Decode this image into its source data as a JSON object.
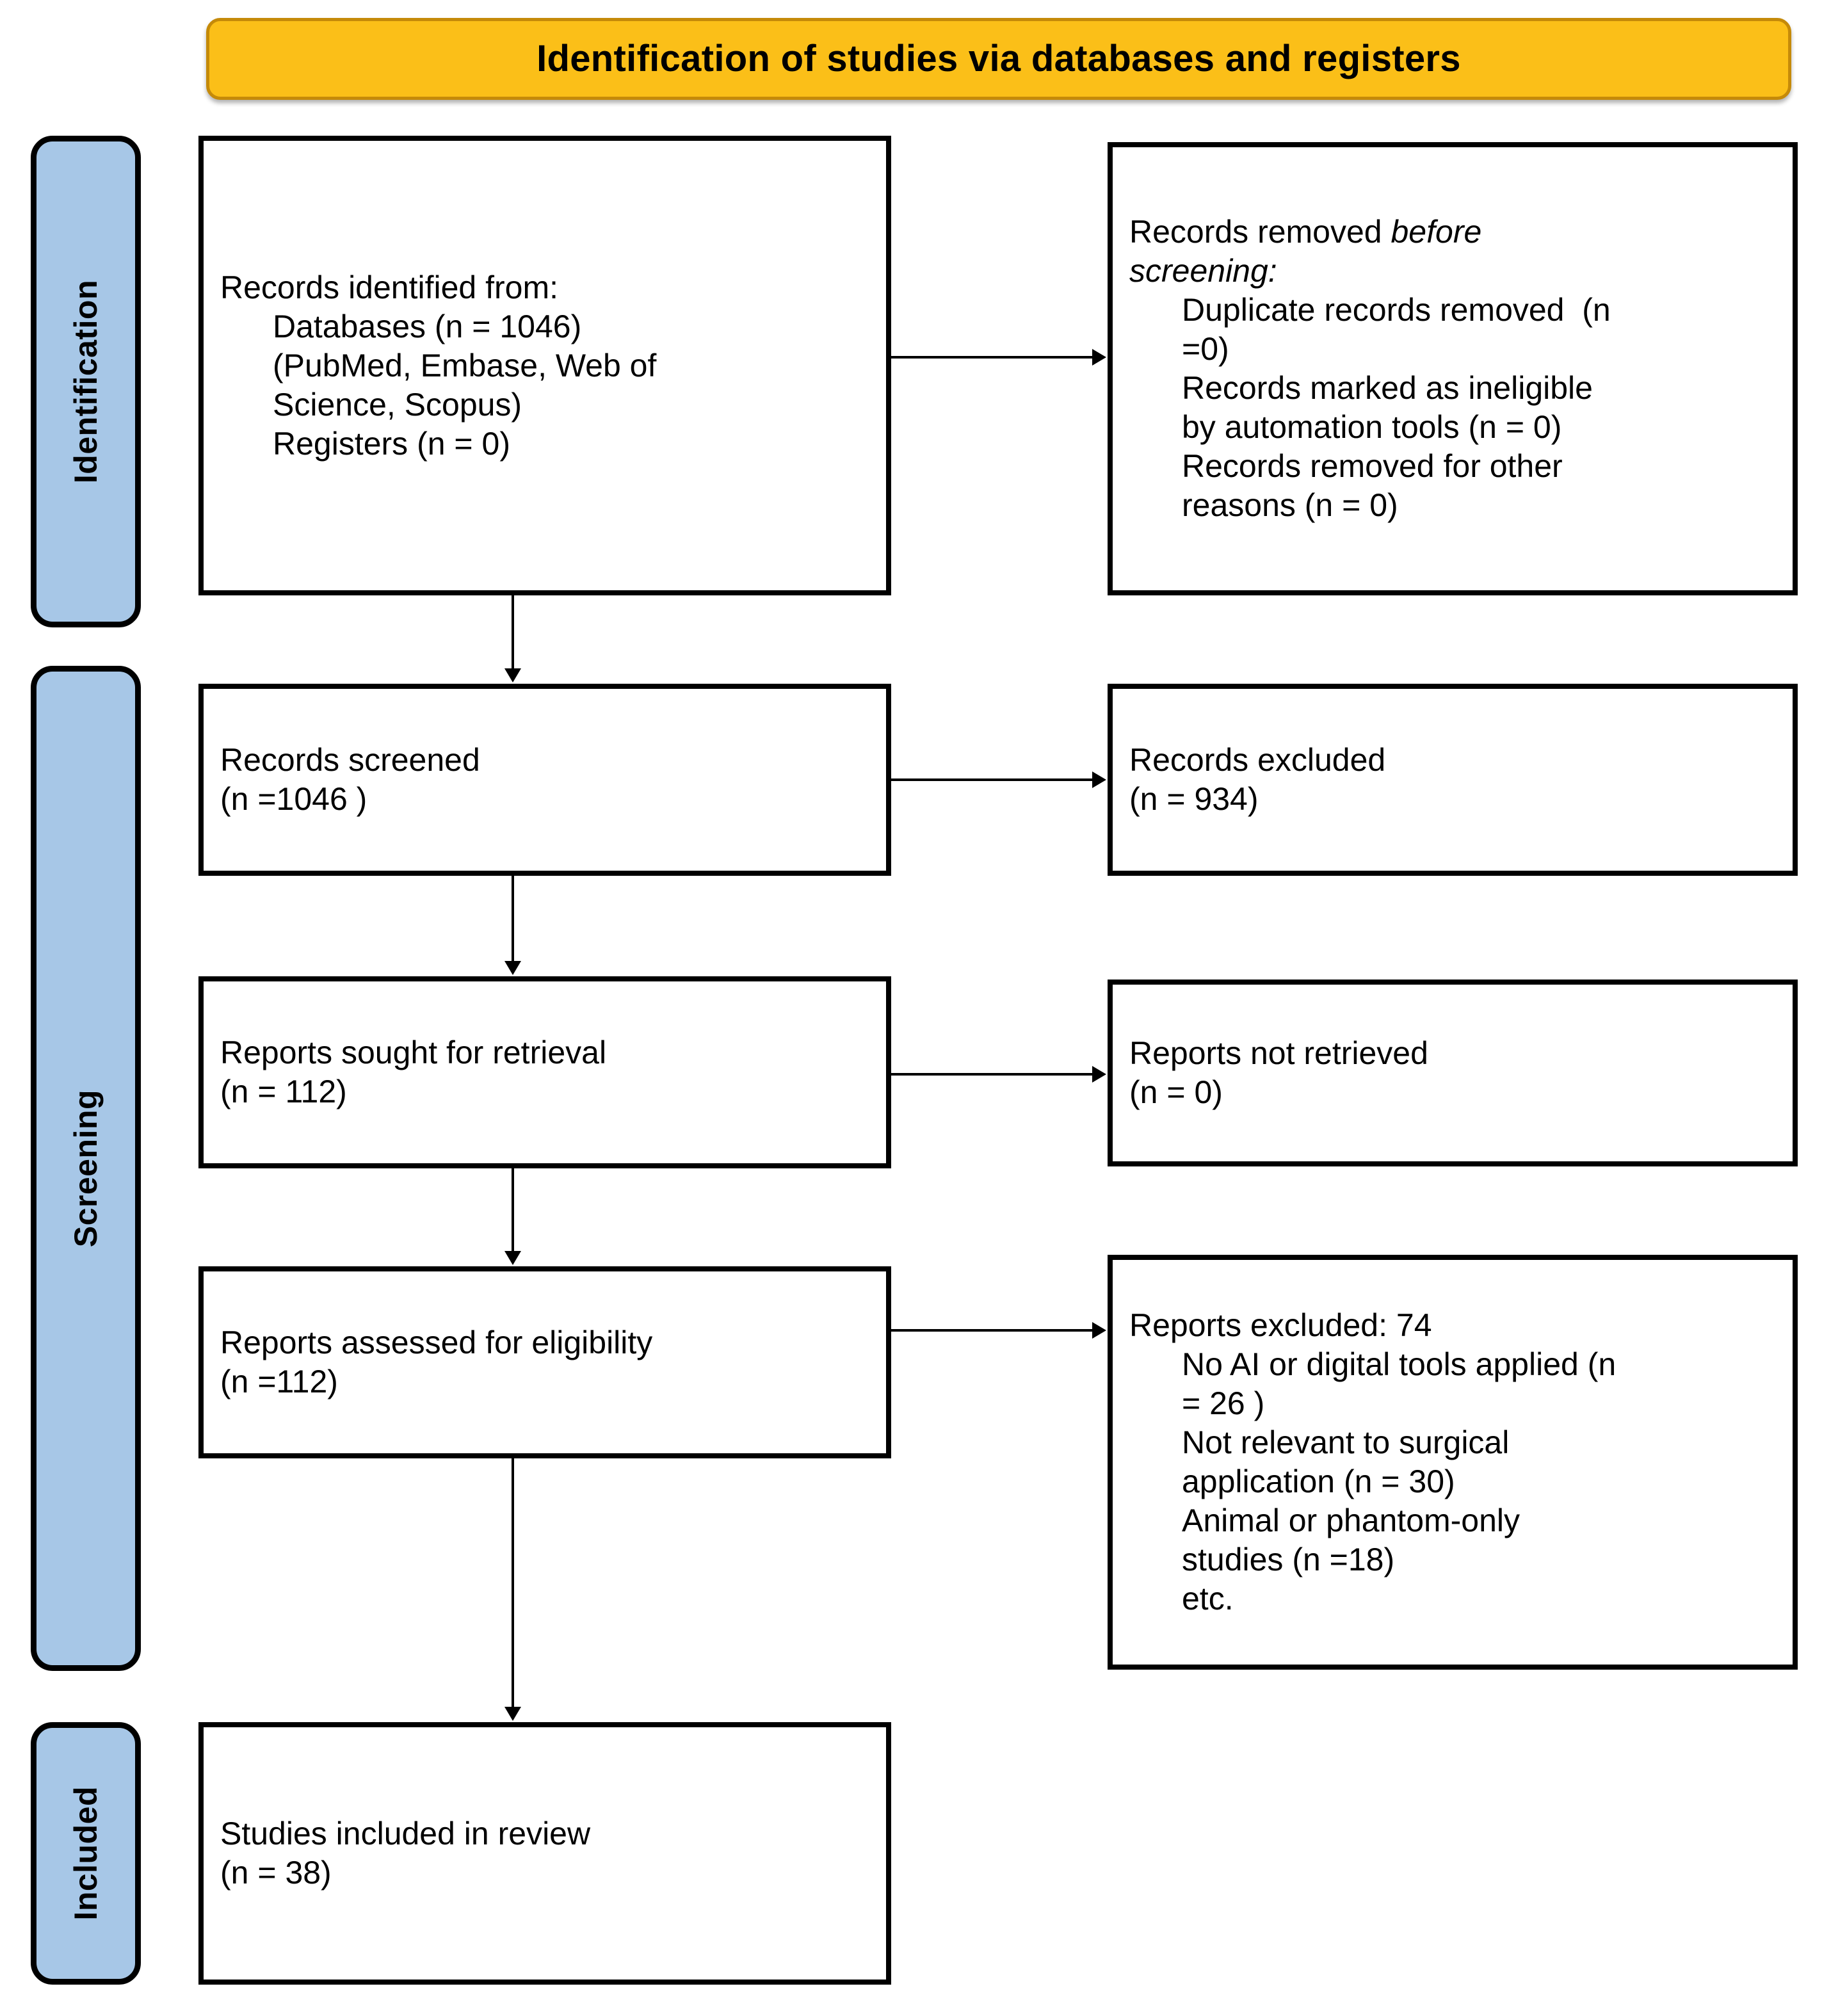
{
  "banner": {
    "title": "Identification of studies via databases and registers"
  },
  "stages": [
    {
      "id": "identification",
      "label": "Identification"
    },
    {
      "id": "screening",
      "label": "Screening"
    },
    {
      "id": "included",
      "label": "Included"
    }
  ],
  "boxes": {
    "records_identified": {
      "lines": [
        {
          "text": "Records identified from:",
          "indent": false,
          "italic": false
        },
        {
          "text": "Databases (n = 1046)",
          "indent": true,
          "italic": false
        },
        {
          "text": "(PubMed, Embase, Web of",
          "indent": true,
          "italic": false
        },
        {
          "text": "Science, Scopus)",
          "indent": true,
          "italic": false
        },
        {
          "text": "Registers (n = 0)",
          "indent": true,
          "italic": false
        }
      ]
    },
    "records_removed": {
      "lines": [
        {
          "text": "Records removed before",
          "indent": false,
          "italic": false,
          "italic_tail": "before"
        },
        {
          "text": "screening:",
          "indent": false,
          "italic": true
        },
        {
          "text": "Duplicate records removed  (n",
          "indent": true,
          "italic": false
        },
        {
          "text": "=0)",
          "indent": true,
          "italic": false
        },
        {
          "text": "Records marked as ineligible",
          "indent": true,
          "italic": false
        },
        {
          "text": "by automation tools (n = 0)",
          "indent": true,
          "italic": false
        },
        {
          "text": "Records removed for other",
          "indent": true,
          "italic": false
        },
        {
          "text": "reasons (n = 0)",
          "indent": true,
          "italic": false
        }
      ]
    },
    "records_screened": {
      "lines": [
        {
          "text": "Records screened",
          "indent": false,
          "italic": false
        },
        {
          "text": "(n =1046 )",
          "indent": false,
          "italic": false
        }
      ]
    },
    "records_excluded": {
      "lines": [
        {
          "text": "Records excluded",
          "indent": false,
          "italic": false
        },
        {
          "text": "(n = 934)",
          "indent": false,
          "italic": false
        }
      ]
    },
    "reports_sought": {
      "lines": [
        {
          "text": "Reports sought for retrieval",
          "indent": false,
          "italic": false
        },
        {
          "text": "(n = 112)",
          "indent": false,
          "italic": false
        }
      ]
    },
    "reports_not_retrieved": {
      "lines": [
        {
          "text": "Reports not retrieved",
          "indent": false,
          "italic": false
        },
        {
          "text": "(n = 0)",
          "indent": false,
          "italic": false
        }
      ]
    },
    "reports_assessed": {
      "lines": [
        {
          "text": "Reports assessed for eligibility",
          "indent": false,
          "italic": false
        },
        {
          "text": "(n =112)",
          "indent": false,
          "italic": false
        }
      ]
    },
    "reports_excluded": {
      "lines": [
        {
          "text": "Reports excluded: 74",
          "indent": false,
          "italic": false
        },
        {
          "text": "No AI or digital tools applied (n",
          "indent": true,
          "italic": false
        },
        {
          "text": "= 26 )",
          "indent": true,
          "italic": false
        },
        {
          "text": "Not relevant to surgical",
          "indent": true,
          "italic": false
        },
        {
          "text": "application (n = 30)",
          "indent": true,
          "italic": false
        },
        {
          "text": "Animal or phantom-only",
          "indent": true,
          "italic": false
        },
        {
          "text": "studies (n =18)",
          "indent": true,
          "italic": false
        },
        {
          "text": "etc.",
          "indent": true,
          "italic": false
        }
      ]
    },
    "studies_included": {
      "lines": [
        {
          "text": "Studies included in review",
          "indent": false,
          "italic": false
        },
        {
          "text": "(n = 38)",
          "indent": false,
          "italic": false
        }
      ]
    }
  },
  "colors": {
    "banner_fill": "#FBBF18",
    "banner_border": "#C58A09",
    "stage_fill": "#A7C7E7",
    "box_border": "#000000",
    "page_background": "#FFFFFF"
  }
}
